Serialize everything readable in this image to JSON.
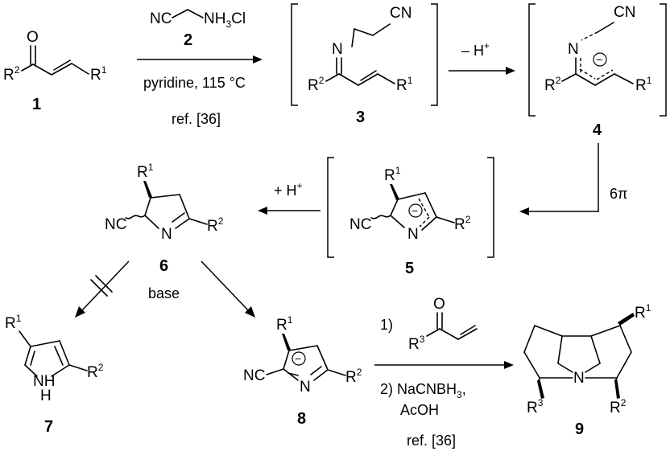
{
  "compounds": {
    "c1": {
      "number": "1"
    },
    "c2": {
      "number": "2",
      "formula_pre": "NC",
      "formula_nh": "NH",
      "formula_sub": "3",
      "formula_post": "Cl"
    },
    "c3": {
      "number": "3"
    },
    "c4": {
      "number": "4"
    },
    "c5": {
      "number": "5"
    },
    "c6": {
      "number": "6"
    },
    "c7": {
      "number": "7"
    },
    "c8": {
      "number": "8"
    },
    "c9": {
      "number": "9"
    }
  },
  "atoms": {
    "O": "O",
    "N": "N",
    "NC": "NC",
    "CN": "CN",
    "NH": "NH",
    "H": "H",
    "R": "R",
    "sup1": "1",
    "sup2": "2",
    "sup3": "3",
    "minus": "−"
  },
  "conditions": {
    "step1_reagent": "pyridine, 115 °C",
    "step1_ref": "ref. [36]",
    "deprotonation_pre": "– H",
    "deprotonation_sup": "+",
    "electrocyclization": "6π",
    "protonation_pre": "+ H",
    "protonation_sup": "+",
    "base": "base",
    "step_last_1": "1)",
    "step_last_2_pre": "2)  NaCNBH",
    "step_last_2_sub": "3",
    "step_last_2_post": ",",
    "step_last_3": "AcOH",
    "step_last_ref": "ref. [36]"
  }
}
